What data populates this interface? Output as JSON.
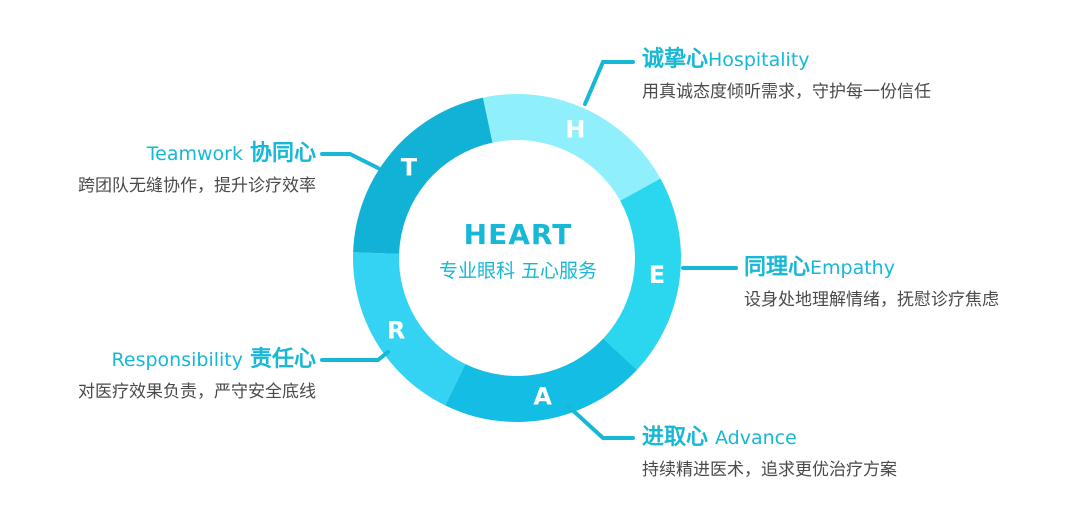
{
  "center": {
    "title": "HEART",
    "subtitle": "专业眼科 五心服务"
  },
  "colors": {
    "accent": "#16b8d6",
    "H": "#8ff0fb",
    "E": "#2ad7ef",
    "A": "#14bde3",
    "R": "#34d3f3",
    "T": "#11b2d6"
  },
  "segments": [
    {
      "letter": "H",
      "cn": "诚挚心",
      "en": "Hospitality",
      "desc": "用真诚态度倾听需求，守护每一份信任"
    },
    {
      "letter": "E",
      "cn": "同理心",
      "en": "Empathy",
      "desc": "设身处地理解情绪，抚慰诊疗焦虑"
    },
    {
      "letter": "A",
      "cn": "进取心",
      "en": "Advance",
      "desc": "持续精进医术，追求更优治疗方案"
    },
    {
      "letter": "R",
      "cn": "责任心",
      "en": "Responsibility",
      "desc": "对医疗效果负责，严守安全底线"
    },
    {
      "letter": "T",
      "cn": "协同心",
      "en": "Teamwork",
      "desc": "跨团队无缝协作，提升诊疗效率"
    }
  ]
}
